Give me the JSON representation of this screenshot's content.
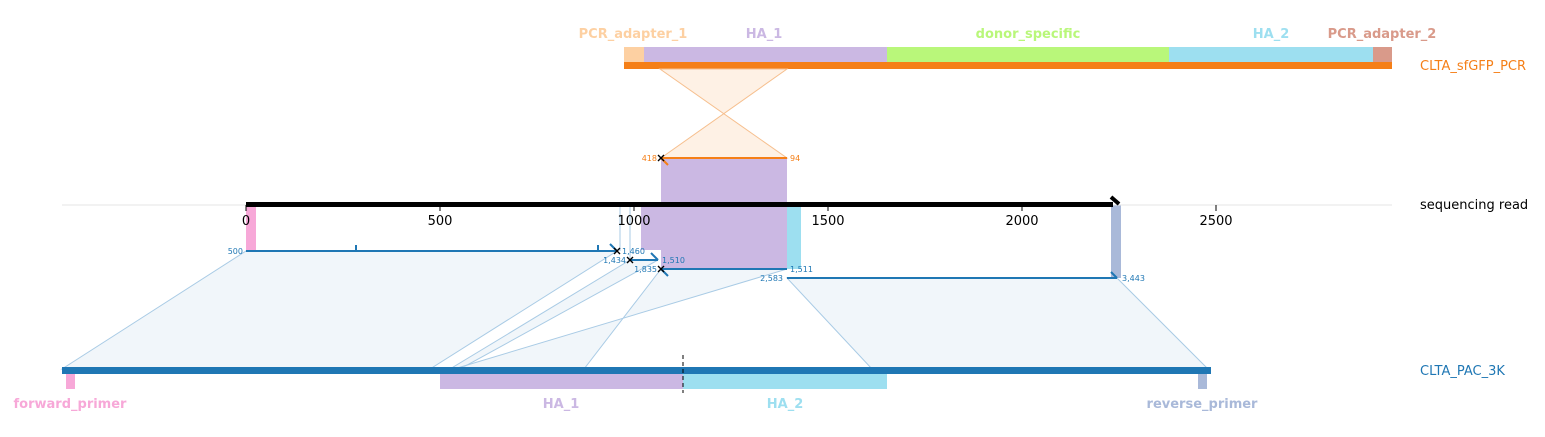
{
  "colors": {
    "pcr_adapter_1": "#fdd0a2",
    "ha_1": "#cbb8e3",
    "donor_specific": "#b9f77a",
    "ha_2": "#9ddff0",
    "pcr_adapter_2": "#d99a8a",
    "forward_primer": "#f7a8d8",
    "reverse_primer": "#a9b9d9",
    "donor_ref": "#f57f17",
    "read": "#000000",
    "genomic_ref": "#1f77b4",
    "alignment_fill": "#e6eef6",
    "alignment_line": "#a9cbe5",
    "donor_fill": "#fde6cf",
    "donor_line": "#f6bf8e"
  },
  "references": {
    "donor": {
      "name": "CLTA_sfGFP_PCR"
    },
    "read": {
      "name": "sequencing read"
    },
    "genome": {
      "name": "CLTA_PAC_3K"
    }
  },
  "donor_features": [
    {
      "key": "pcr_adapter_1",
      "label": "PCR_adapter_1"
    },
    {
      "key": "ha_1",
      "label": "HA_1"
    },
    {
      "key": "donor_specific",
      "label": "donor_specific"
    },
    {
      "key": "ha_2",
      "label": "HA_2"
    },
    {
      "key": "pcr_adapter_2",
      "label": "PCR_adapter_2"
    }
  ],
  "genome_features": [
    {
      "key": "forward_primer",
      "label": "forward_primer"
    },
    {
      "key": "ha_1",
      "label": "HA_1"
    },
    {
      "key": "ha_2",
      "label": "HA_2"
    },
    {
      "key": "reverse_primer",
      "label": "reverse_primer"
    }
  ],
  "read_axis": {
    "ticks": [
      "0",
      "500",
      "1000",
      "1500",
      "2000",
      "2500"
    ]
  },
  "alignments": {
    "donor": {
      "start_label": "418",
      "end_label": "94"
    },
    "genomic": [
      {
        "start_label": "500",
        "end_label": "1,460"
      },
      {
        "start_label": "1,434",
        "end_label": "1,510"
      },
      {
        "start_label": "1,835",
        "end_label": "1,511"
      },
      {
        "start_label": "2,583",
        "end_label": "3,443"
      }
    ]
  }
}
